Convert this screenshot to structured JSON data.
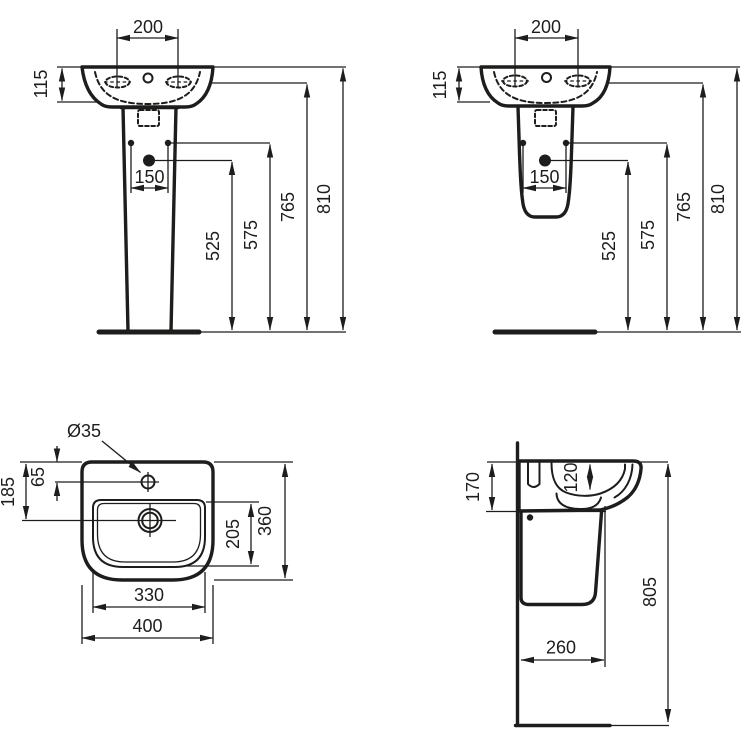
{
  "colors": {
    "line": "#1d1d1b",
    "background": "#ffffff"
  },
  "views": {
    "front_pedestal": {
      "dims": {
        "tap_centres": "200",
        "rim_to_underside": "115",
        "fixing_centres": "150",
        "waste_height": "525",
        "bracket_height": "575",
        "tap_height": "765",
        "rim_height": "810"
      }
    },
    "front_semi_pedestal": {
      "dims": {
        "tap_centres": "200",
        "rim_to_underside": "115",
        "fixing_centres": "150",
        "waste_height": "525",
        "bracket_height": "575",
        "tap_height": "765",
        "rim_height": "810"
      }
    },
    "plan": {
      "dims": {
        "tap_hole_diameter": "Ø35",
        "tap_hole_offset": "65",
        "waste_centre_offset": "185",
        "bowl_depth": "205",
        "overall_depth": "360",
        "bowl_width": "330",
        "overall_width": "400"
      }
    },
    "side": {
      "dims": {
        "rim_to_underside": "170",
        "bowl_depth": "120",
        "rim_height": "805",
        "clearance_depth": "260"
      }
    }
  }
}
